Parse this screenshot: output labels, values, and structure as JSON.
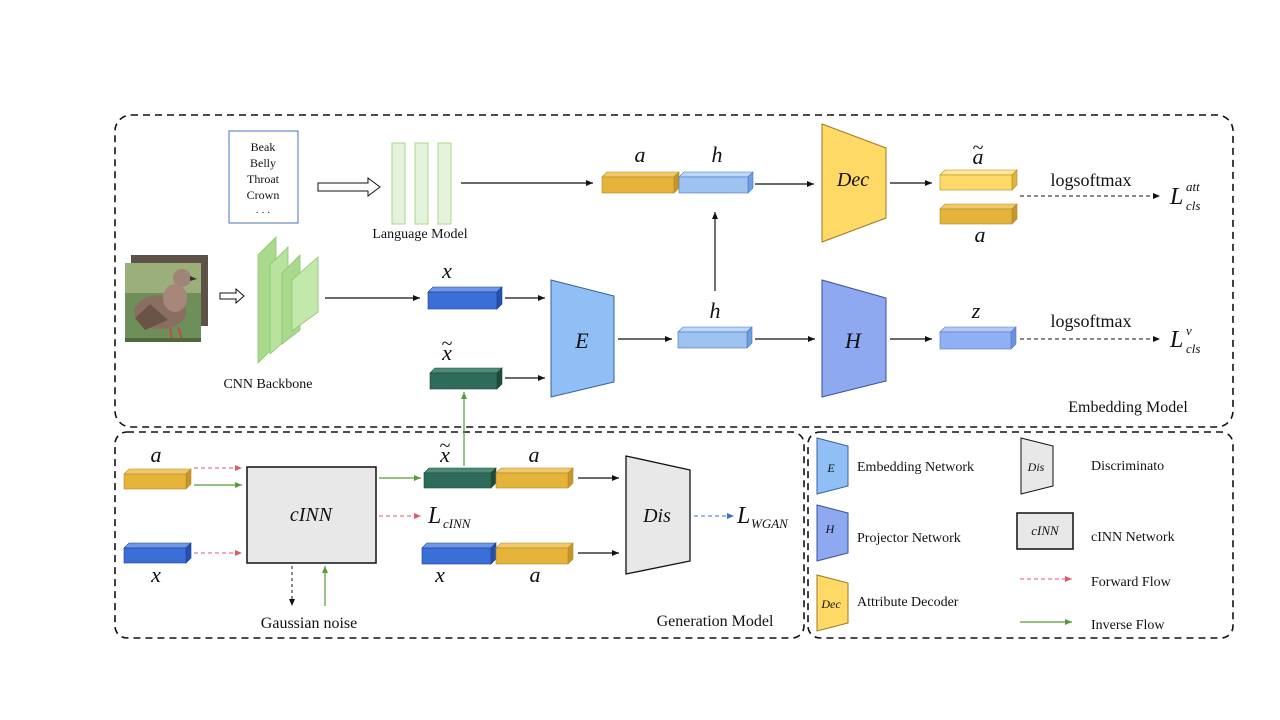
{
  "attribute_words": [
    "Beak",
    "Belly",
    "Throat",
    "Crown",
    "· · ·"
  ],
  "labels": {
    "language_model": "Language  Model",
    "cnn_backbone": "CNN Backbone",
    "embedding_model": "Embedding Model",
    "generation_model": "Generation  Model",
    "gaussian_noise": "Gaussian noise",
    "logsoftmax_top": "logsoftmax",
    "logsoftmax_bottom": "logsoftmax"
  },
  "symbols": {
    "a": "a",
    "h": "h",
    "x": "x",
    "x_tilde": "x",
    "a_tilde": "a",
    "z": "z",
    "tilde": "~",
    "E": "E",
    "H": "H",
    "Dec": "Dec",
    "Dis": "Dis",
    "cINN": "cINN",
    "L": "L",
    "sub_cls": "cls",
    "sup_att": "att",
    "sup_v": "v",
    "sub_cinn": "cINN",
    "sub_wgan": "WGAN"
  },
  "legend": {
    "embedding_network": "Embedding  Network",
    "projector_network": "Projector  Network",
    "attribute_decoder": "Attribute  Decoder",
    "discriminator": "Discriminato",
    "cinn_network": "cINN Network",
    "forward_flow": "Forward Flow",
    "inverse_flow": "Inverse Flow"
  },
  "colors": {
    "attribute_feature": "#e5b23a",
    "attribute_recon": "#ffd966",
    "visual_feature": "#3a6fd8",
    "hidden_feature": "#9dc3f0",
    "synthetic_feature": "#2e6b5a",
    "projected_feature": "#8fb0f5",
    "embedding_net": "#8fbff5",
    "projector_net": "#8ea9f0",
    "decoder_net": "#ffd966",
    "discriminator": "#e8e8e8",
    "cinn_block": "#e8e8e8",
    "cnn_backbone": "#a9d98c",
    "forward_flow": "#e05a6a",
    "inverse_flow": "#5a9a3a"
  }
}
